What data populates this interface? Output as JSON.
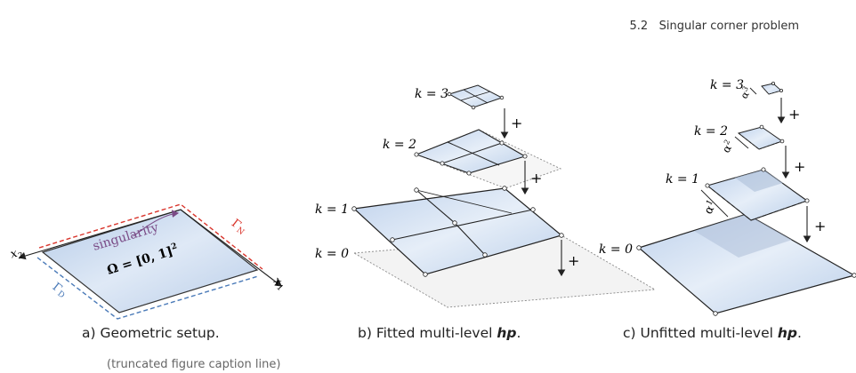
{
  "header": {
    "section": "5.2",
    "title": "Singular corner problem"
  },
  "panel_a": {
    "axis_x1": "x",
    "axis_x1_sub": "1",
    "axis_x2": "x",
    "axis_x2_sub": "2",
    "label_gamma_n": "Γ",
    "label_gamma_n_sub": "N",
    "label_gamma_d": "Γ",
    "label_gamma_d_sub": "D",
    "singularity_label": "singularity",
    "domain_label": "Ω = [0, 1]",
    "domain_sup": "2",
    "caption": "a) Geometric setup."
  },
  "panel_b": {
    "levels": [
      "k = 3",
      "k = 2",
      "k = 1",
      "k = 0"
    ],
    "plus": "+",
    "caption_prefix": "b) Fitted multi-level ",
    "caption_emph": "hp",
    "caption_suffix": "."
  },
  "panel_c": {
    "levels": [
      "k = 3",
      "k = 2",
      "k = 1",
      "k = 0"
    ],
    "plus": "+",
    "alpha_sym": "α",
    "alpha_1": "1",
    "alpha_2": "2",
    "alpha_3": "3",
    "caption_prefix": "c) Unfitted multi-level ",
    "caption_emph": "hp",
    "caption_suffix": "."
  },
  "colors": {
    "fill": "#c9d9ee",
    "gamma_n": "#d9342b",
    "gamma_d": "#4a7ab8",
    "singularity": "#7a4b86",
    "stroke": "#222222"
  },
  "below_text": "(truncated figure caption line)"
}
